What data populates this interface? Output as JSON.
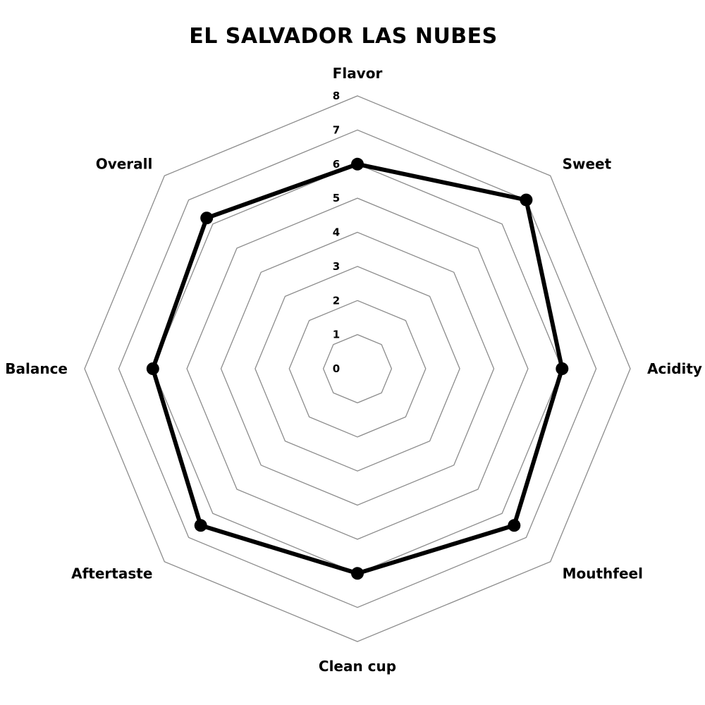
{
  "chart_data": {
    "type": "radar",
    "title": "EL SALVADOR LAS NUBES",
    "categories": [
      "Flavor",
      "Sweet",
      "Acidity",
      "Mouthfeel",
      "Clean cup",
      "Aftertaste",
      "Balance",
      "Overall"
    ],
    "values": [
      6,
      7,
      6,
      6.5,
      6,
      6.5,
      6,
      6.25
    ],
    "rlim": [
      0,
      8
    ],
    "r_ticks": [
      "0",
      "1",
      "2",
      "3",
      "4",
      "5",
      "6",
      "7",
      "8"
    ],
    "grid": true,
    "grid_shape": "octagon",
    "colors": {
      "series": "#000000",
      "grid": "#8c8c8c"
    }
  }
}
